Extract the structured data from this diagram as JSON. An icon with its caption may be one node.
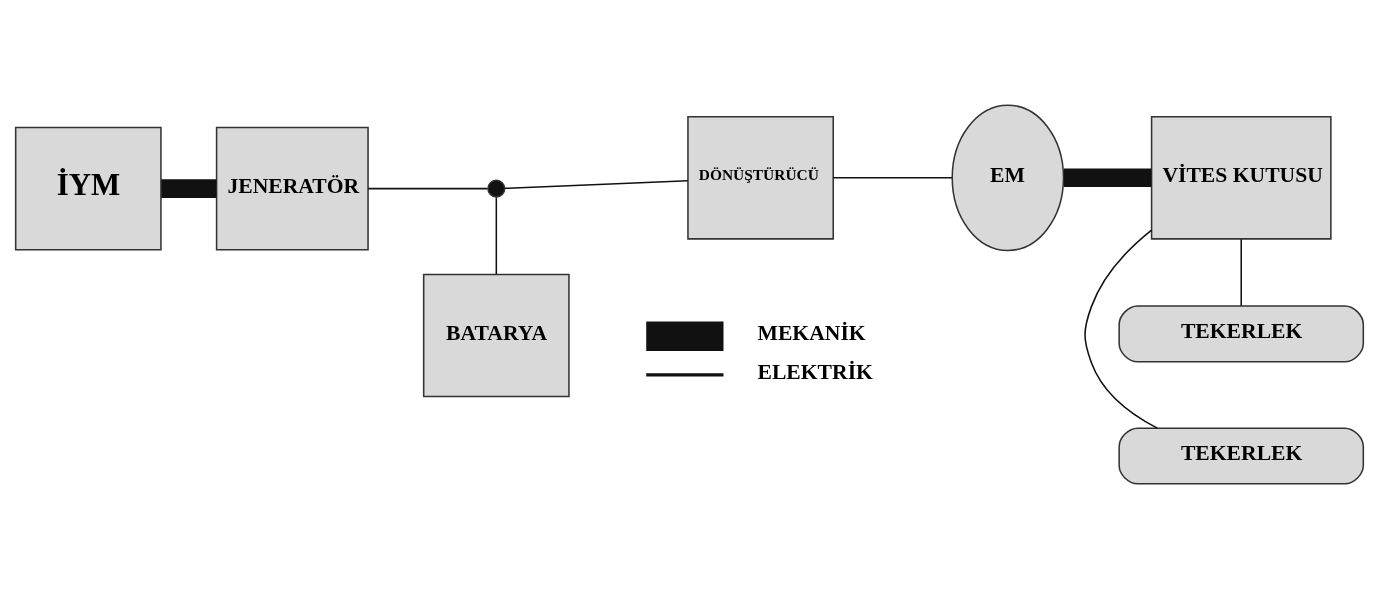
{
  "diagram": {
    "nodes": [
      {
        "text": [
          "İYM"
        ]
      },
      {
        "text": [
          "JENERATÖR"
        ]
      },
      {
        "text": [],
        "shape": "circle"
      },
      {
        "text": [
          "DÖNÜŞTÜRÜCÜ"
        ]
      },
      {
        "text": [
          "EM"
        ]
      },
      {
        "text": [
          "VİTES KUTUSU"
        ]
      },
      {
        "text": [
          "TEKERLEK"
        ]
      },
      {
        "text": [
          "BATARYA"
        ]
      },
      {
        "text": [
          "TEKERLEK"
        ]
      }
    ],
    "edges": [
      {
        "from": 0,
        "to": 1,
        "arrow": "none",
        "style": "thick"
      },
      {
        "from": 1,
        "to": 2,
        "arrow": "none"
      },
      {
        "from": 2,
        "to": 3,
        "arrow": "none"
      },
      {
        "from": 2,
        "to": 7,
        "arrow": "none"
      },
      {
        "from": 3,
        "to": 4,
        "arrow": "none"
      },
      {
        "from": 4,
        "to": 5,
        "arrow": "none",
        "style": "thick"
      },
      {
        "from": 5,
        "to": 6,
        "arrow": "none"
      },
      {
        "from": 5,
        "to": 8,
        "arrow": "none"
      }
    ],
    "legend": [
      {
        "text": "MEKANİK"
      },
      {
        "text": "ELEKTRİK"
      }
    ]
  }
}
